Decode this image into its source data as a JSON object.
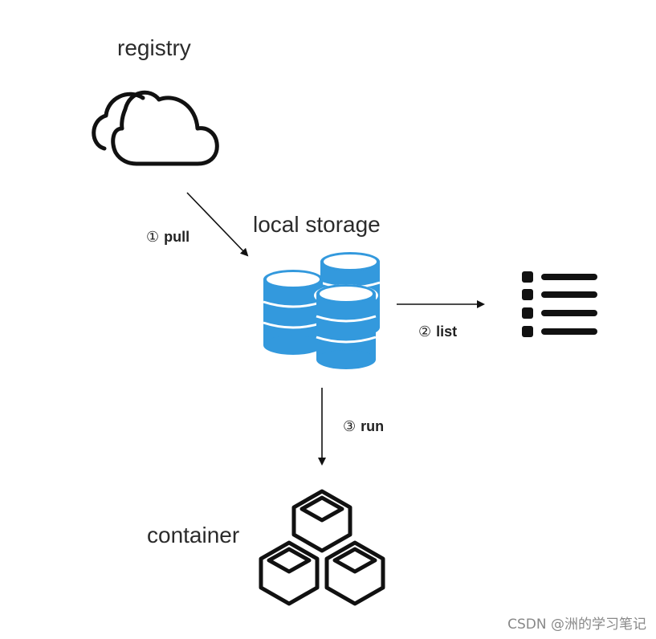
{
  "nodes": {
    "registry": "registry",
    "local_storage": "local storage",
    "container": "container"
  },
  "steps": {
    "pull": {
      "num": "①",
      "cmd": "pull"
    },
    "list": {
      "num": "②",
      "cmd": "list"
    },
    "run": {
      "num": "③",
      "cmd": "run"
    }
  },
  "watermark": "CSDN @洲的学习笔记",
  "colors": {
    "storage": "#3399dd",
    "ink": "#111111"
  },
  "icons": {
    "registry": "cloud-icon",
    "local_storage": "database-icon",
    "list": "list-icon",
    "container": "boxes-icon"
  }
}
